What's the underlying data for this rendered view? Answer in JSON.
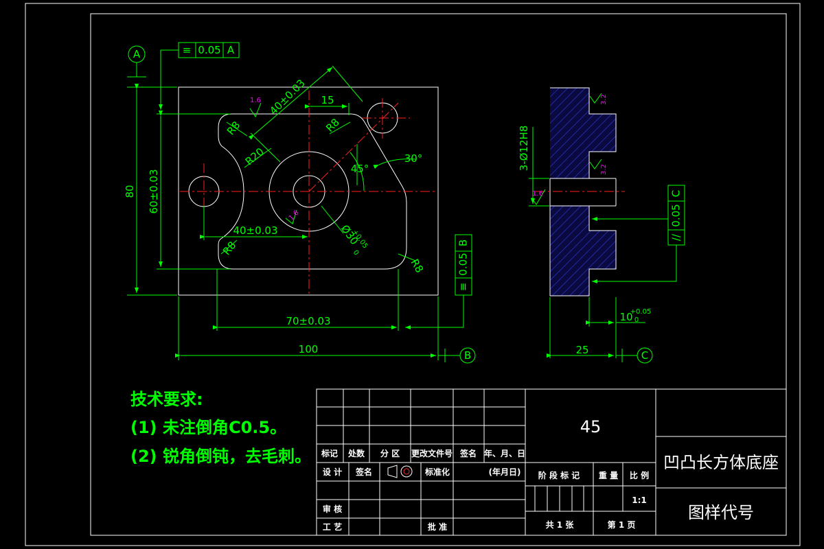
{
  "drawing": {
    "front_view": {
      "dims": {
        "width": "100",
        "height": "80",
        "v_60": "60±0.03",
        "h_70": "70±0.03",
        "h_40": "40±0.03",
        "diag_40": "40±0.03",
        "w_15": "15",
        "r8_a": "R8",
        "r8_b": "R8",
        "r8_c": "R8",
        "r8_d": "R8",
        "r20": "R20",
        "dia30": "Ø30",
        "dia30_tol": "+0.05",
        "dia30_tol_low": "0",
        "ang45": "45°",
        "ang30": "30°"
      },
      "roughness": [
        "1.6",
        "1.6"
      ],
      "datums": {
        "a": "A",
        "b": "B"
      },
      "fcf_top": {
        "symbol": "≡",
        "value": "0.05",
        "datum": "A"
      },
      "fcf_right": {
        "symbol": "≡",
        "value": "0.05",
        "datum": "B"
      }
    },
    "side_view": {
      "dims": {
        "holes": "3-Ø12H8",
        "w_25": "25",
        "step_10": "10",
        "step_tol_up": "+0.05",
        "step_tol_low": "0"
      },
      "roughness": [
        "3.2",
        "3.2",
        "1.6"
      ],
      "datum": "C",
      "fcf": {
        "symbol": "//",
        "value": "0.05",
        "datum": "C"
      }
    }
  },
  "notes": {
    "heading": "技术要求:",
    "line1": "(1) 未注倒角C0.5。",
    "line2": "(2) 锐角倒钝，去毛刺。"
  },
  "title_block": {
    "material": "45",
    "part_name": "凹凸长方体底座",
    "drawing_no": "图样代号",
    "row_biaoji": [
      "标记",
      "处数",
      "分 区",
      "更改文件号",
      "签名",
      "年、月、日"
    ],
    "sheji": "设 计",
    "qianming": "签名",
    "biaozhunhua": "标准化",
    "nianyueri": "(年月日)",
    "shenhe": "审 核",
    "gongyi": "工 艺",
    "pizhun": "批 准",
    "jieduan": "阶 段 标 记",
    "zhongliang": "重 量",
    "bili": "比 例",
    "scale": "1:1",
    "gong": "共 1 张",
    "di": "第 1 页"
  },
  "colors": {
    "background": "#000000",
    "outline": "#ffffff",
    "dimension": "#00ff00",
    "centerline": "#ff2020",
    "roughness": "#ff00ff",
    "hatch": "#2a36c8"
  }
}
